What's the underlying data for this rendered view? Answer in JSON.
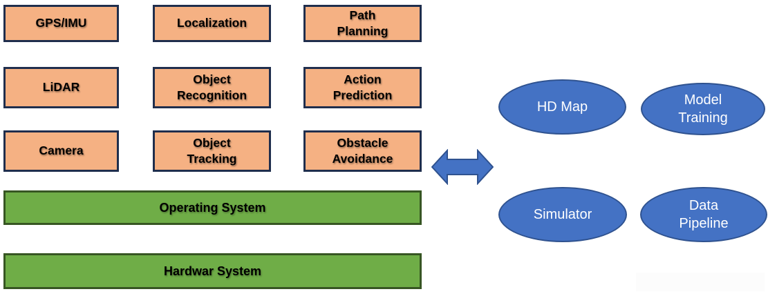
{
  "diagram": {
    "title": "autonomous-driving-software-stack",
    "modules": [
      {
        "label": "GPS/IMU"
      },
      {
        "label": "Localization"
      },
      {
        "label": "Path\nPlanning"
      },
      {
        "label": "LiDAR"
      },
      {
        "label": "Object\nRecognition"
      },
      {
        "label": "Action\nPrediction"
      },
      {
        "label": "Camera"
      },
      {
        "label": "Object\nTracking"
      },
      {
        "label": "Obstacle\nAvoidance"
      }
    ],
    "layers": [
      {
        "label": "Operating System"
      },
      {
        "label": "Hardwar System"
      }
    ],
    "connector": {
      "type": "double-headed-arrow",
      "direction": "horizontal"
    },
    "cloud_nodes": [
      {
        "label": "HD Map"
      },
      {
        "label": "Model\nTraining"
      },
      {
        "label": "Simulator"
      },
      {
        "label": "Data\nPipeline"
      }
    ]
  },
  "colors": {
    "module_fill": "#f5b183",
    "module_border": "#1f2e4d",
    "layer_fill": "#6fad47",
    "layer_border": "#375623",
    "ellipse_fill": "#4472c4",
    "ellipse_border": "#2f528f",
    "arrow_fill": "#4472c4",
    "arrow_border": "#2f528f",
    "text_dark": "#000000",
    "text_light": "#ffffff",
    "background": "#ffffff"
  }
}
